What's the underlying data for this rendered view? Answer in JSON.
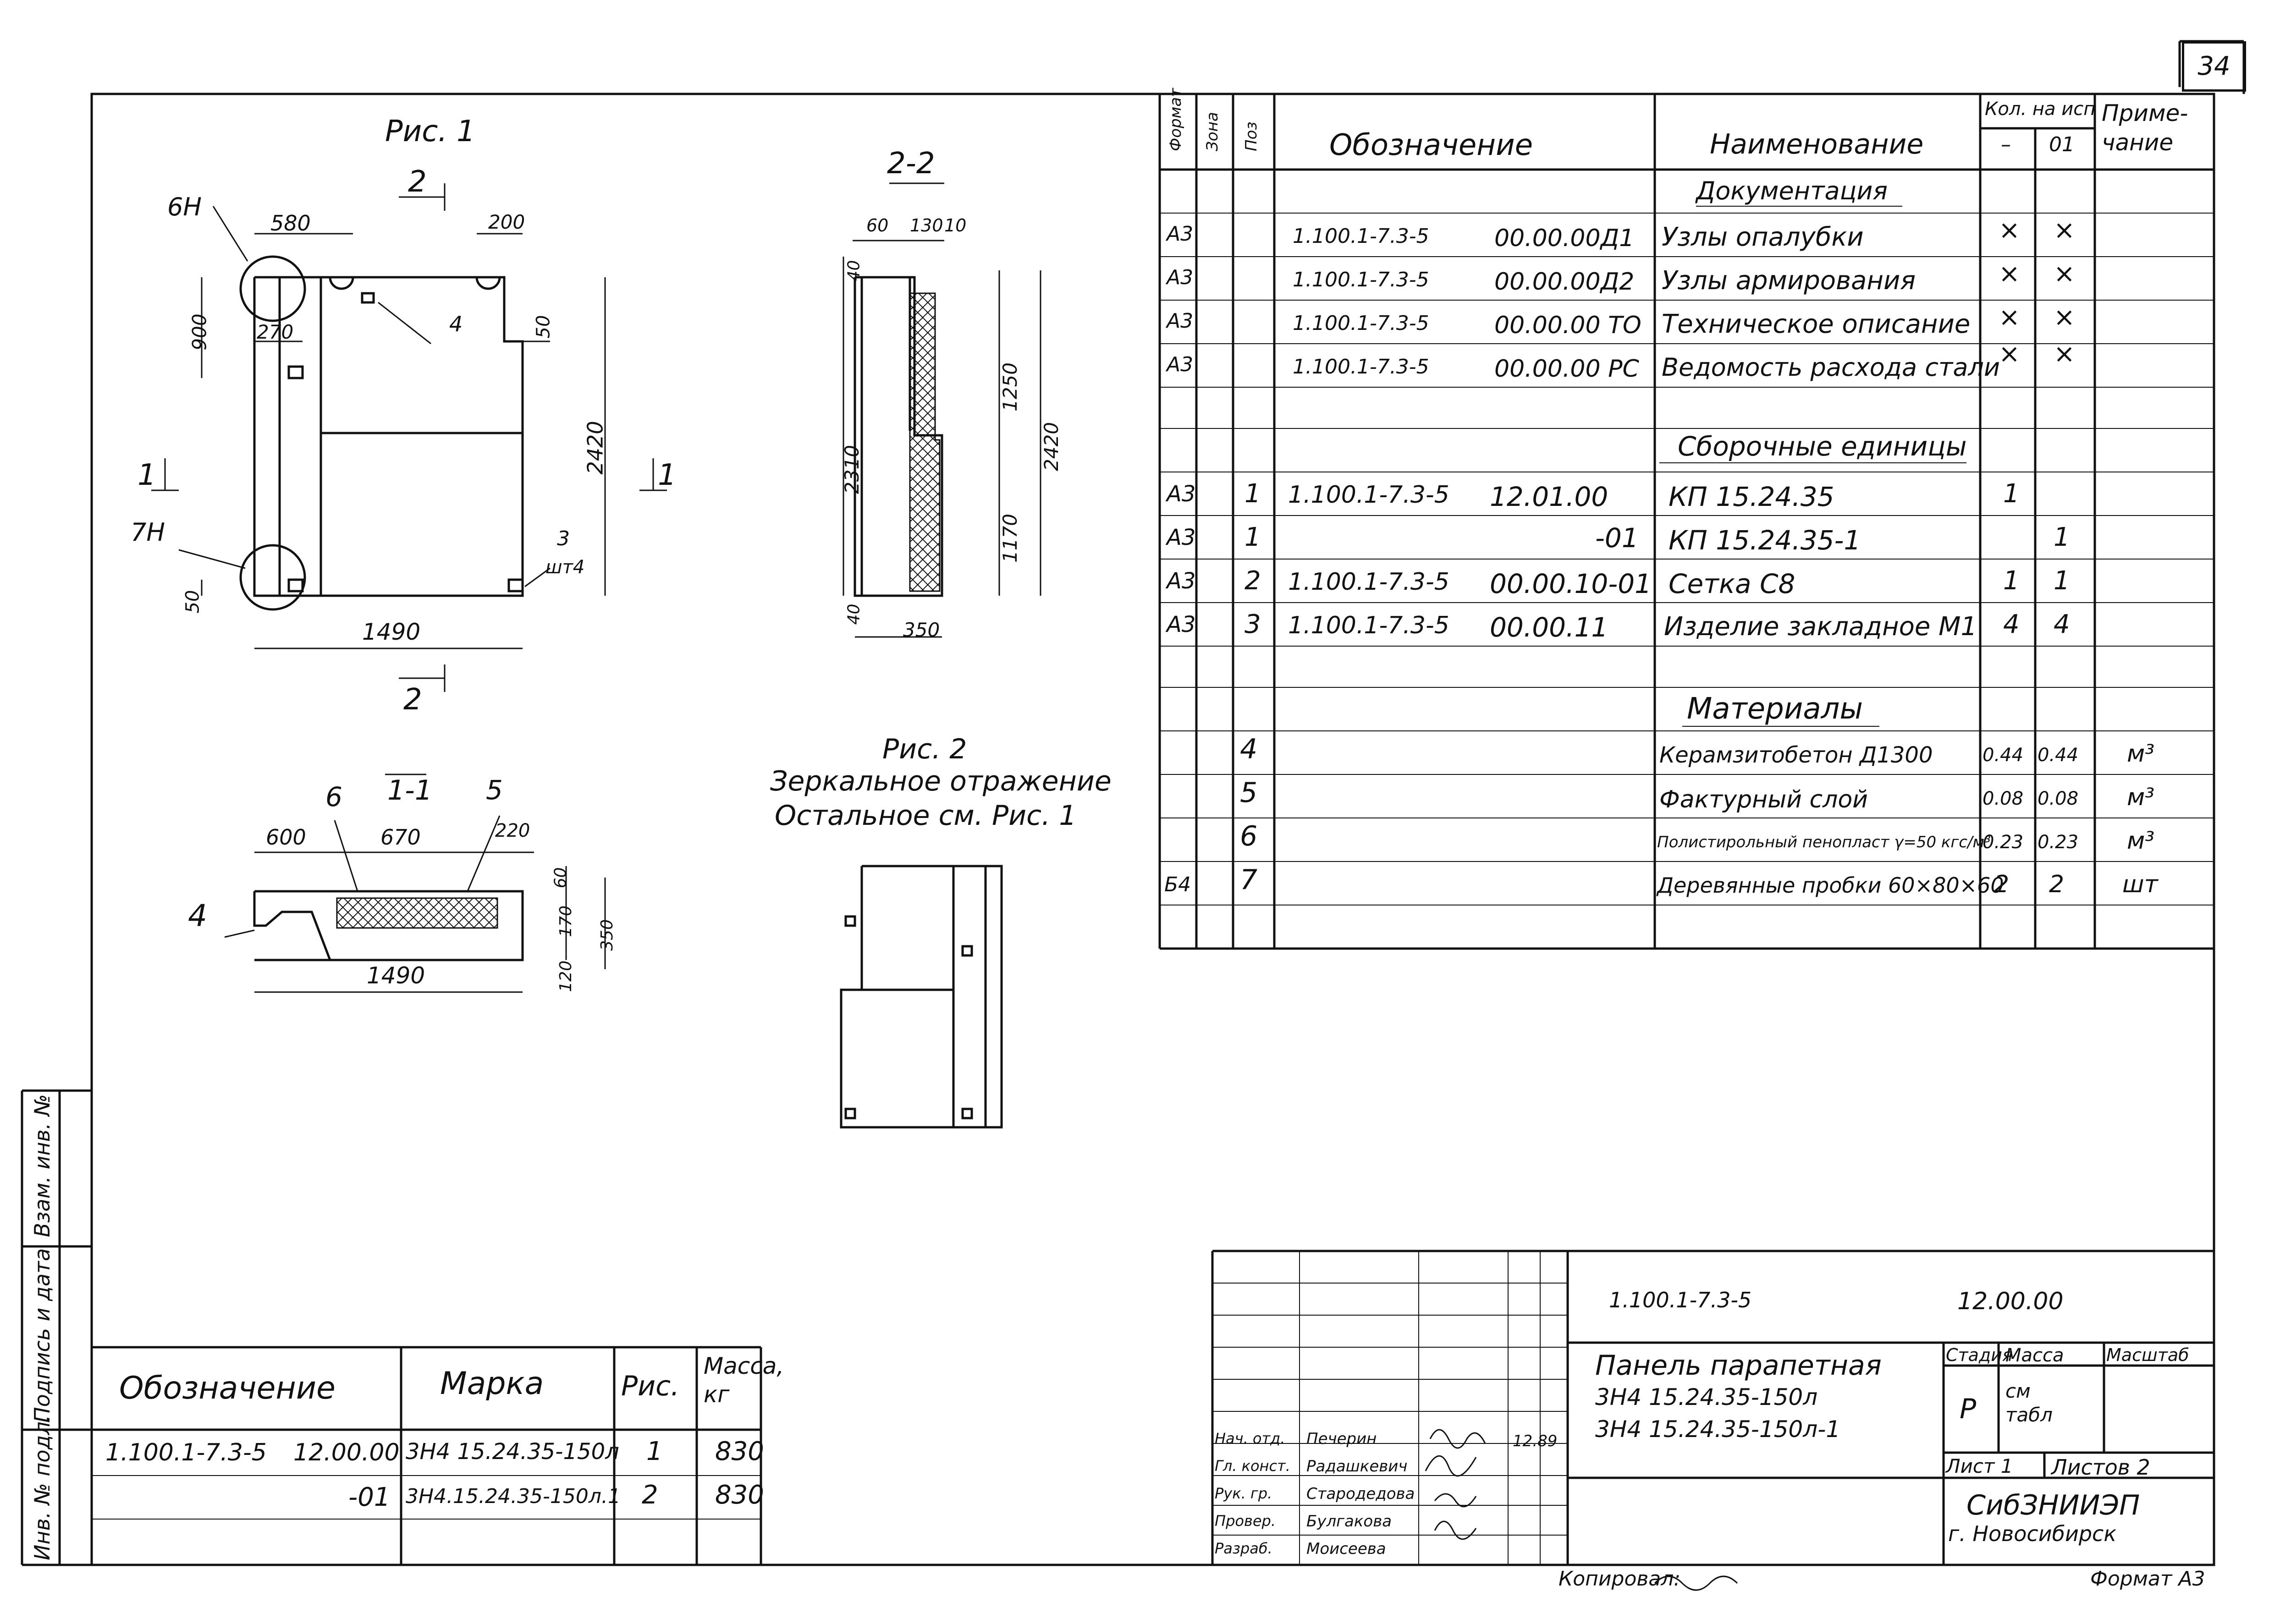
{
  "sheet_number": "34",
  "figures": {
    "fig1_title": "Рис. 1",
    "fig2_title": "Рис. 2",
    "fig2_caption_1": "Зеркальное отражение",
    "fig2_caption_2": "Остальное см. Рис. 1",
    "section_1_1": "1-1",
    "section_2_2": "2-2",
    "cut_1": "1",
    "cut_2": "2",
    "node_6h": "6Н",
    "node_7h": "7Н",
    "fig1_dims": [
      "580",
      "200",
      "900",
      "270",
      "50",
      "2420",
      "1490",
      "50",
      "4",
      "3",
      "шт4"
    ],
    "fig22_dims": [
      "60",
      "130",
      "10",
      "40",
      "1250",
      "2310",
      "2420",
      "1170",
      "40",
      "350"
    ],
    "fig11_dims": [
      "6",
      "5",
      "600",
      "670",
      "220",
      "60",
      "170",
      "120",
      "350",
      "1490",
      "4"
    ]
  },
  "spec_table": {
    "headers": {
      "format": "Формат",
      "zone": "Зона",
      "pos": "Поз",
      "designation": "Обозначение",
      "name": "Наименование",
      "qty": "Кол. на исп",
      "qty_dash": "–",
      "qty_01": "01",
      "note": "Приме-чание"
    },
    "sections": {
      "docs": "Документация",
      "assemblies": "Сборочные единицы",
      "materials": "Материалы"
    },
    "doc_rows": [
      {
        "format": "А3",
        "des1": "1.100.1-7.3-5",
        "des2": "00.00.00Д1",
        "name": "Узлы опалубки",
        "q1": "×",
        "q2": "×"
      },
      {
        "format": "А3",
        "des1": "1.100.1-7.3-5",
        "des2": "00.00.00Д2",
        "name": "Узлы армирования",
        "q1": "×",
        "q2": "×"
      },
      {
        "format": "А3",
        "des1": "1.100.1-7.3-5",
        "des2": "00.00.00 ТО",
        "name": "Техническое описание",
        "q1": "×",
        "q2": "×"
      },
      {
        "format": "А3",
        "des1": "1.100.1-7.3-5",
        "des2": "00.00.00 РС",
        "name": "Ведомость расхода стали",
        "q1": "×",
        "q2": "×"
      }
    ],
    "assembly_rows": [
      {
        "format": "А3",
        "pos": "1",
        "des1": "1.100.1-7.3-5",
        "des2": "12.01.00",
        "name": "КП 15.24.35",
        "q1": "1",
        "q2": ""
      },
      {
        "format": "А3",
        "pos": "1",
        "des1": "",
        "des2": "-01",
        "name": "КП 15.24.35-1",
        "q1": "",
        "q2": "1"
      },
      {
        "format": "А3",
        "pos": "2",
        "des1": "1.100.1-7.3-5",
        "des2": "00.00.10-01",
        "name": "Сетка С8",
        "q1": "1",
        "q2": "1"
      },
      {
        "format": "А3",
        "pos": "3",
        "des1": "1.100.1-7.3-5",
        "des2": "00.00.11",
        "name": "Изделие закладное М1",
        "q1": "4",
        "q2": "4"
      }
    ],
    "material_rows": [
      {
        "format": "",
        "pos": "4",
        "name": "Керамзитобетон Д1300",
        "q1": "0.44",
        "q2": "0.44",
        "note": "м³"
      },
      {
        "format": "",
        "pos": "5",
        "name": "Фактурный слой",
        "q1": "0.08",
        "q2": "0.08",
        "note": "м³"
      },
      {
        "format": "",
        "pos": "6",
        "name": "Полистирольный пенопласт γ=50 кгс/м³",
        "q1": "0.23",
        "q2": "0.23",
        "note": "м³"
      },
      {
        "format": "Б4",
        "pos": "7",
        "name": "Деревянные пробки 60×80×60",
        "q1": "2",
        "q2": "2",
        "note": "шт"
      }
    ]
  },
  "marks_table": {
    "headers": {
      "designation": "Обозначение",
      "mark": "Марка",
      "fig": "Рис.",
      "mass": "Масса, кг"
    },
    "rows": [
      {
        "des1": "1.100.1-7.3-5",
        "des2": "12.00.00",
        "mark": "3Н4 15.24.35-150л",
        "fig": "1",
        "mass": "830"
      },
      {
        "des1": "",
        "des2": "-01",
        "mark": "3Н4.15.24.35-150л.1",
        "fig": "2",
        "mass": "830"
      }
    ]
  },
  "side_margin": {
    "inv_podl": "Инв. № подл.",
    "podpis": "Подпись и дата",
    "vzam": "Взам. инв. №"
  },
  "title_block": {
    "code": "1.100.1-7.3-5",
    "code2": "12.00.00",
    "title_1": "Панель парапетная",
    "title_2": "3Н4 15.24.35-150л",
    "title_3": "3Н4 15.24.35-150л-1",
    "stage_label": "Стадия",
    "mass_label": "Масса",
    "scale_label": "Масштаб",
    "stage": "Р",
    "mass": "см табл",
    "sheet": "Лист 1",
    "sheets": "Листов 2",
    "org": "СибЗНИИЭП",
    "city": "г. Новосибирск",
    "date": "12.89",
    "roles": [
      {
        "role": "Нач. отд.",
        "name": "Печерин"
      },
      {
        "role": "Гл. конст.",
        "name": "Радашкевич"
      },
      {
        "role": "Рук. гр.",
        "name": "Стародедова"
      },
      {
        "role": "Провер.",
        "name": "Булгакова"
      },
      {
        "role": "Разраб.",
        "name": "Моисеева"
      }
    ],
    "copied": "Копировал:",
    "format": "Формат А3"
  }
}
